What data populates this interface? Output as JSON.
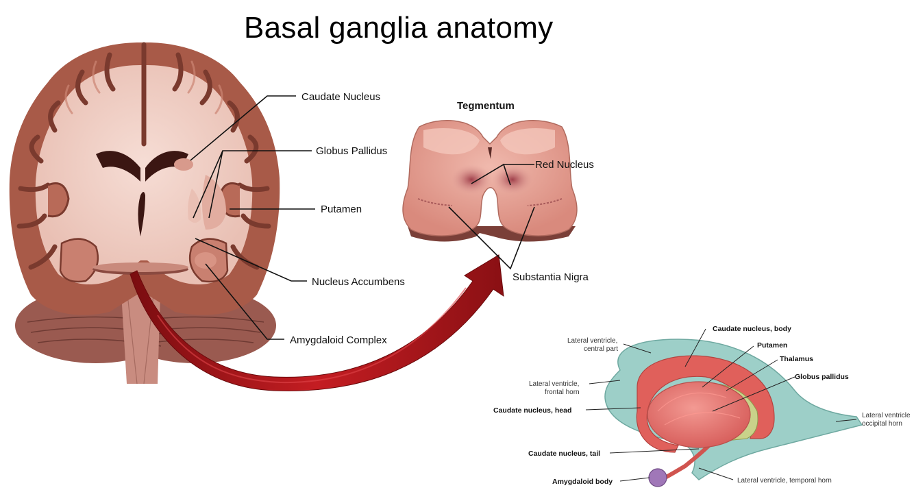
{
  "title": "Basal ganglia anatomy",
  "coronal_labels": {
    "caudate": "Caudate Nucleus",
    "globus": "Globus Pallidus",
    "putamen": "Putamen",
    "accumbens": "Nucleus Accumbens",
    "amygdaloid": "Amygdaloid Complex"
  },
  "tegmentum": {
    "title": "Tegmentum",
    "red_nucleus": "Red Nucleus",
    "substantia_nigra": "Substantia Nigra"
  },
  "lateral_labels": {
    "caudate_body": "Caudate nucleus, body",
    "putamen": "Putamen",
    "thalamus": "Thalamus",
    "globus": "Globus pallidus",
    "lv_central_1": "Lateral ventricle,",
    "lv_central_2": "central part",
    "lv_frontal_1": "Lateral ventricle,",
    "lv_frontal_2": "frontal horn",
    "caudate_head": "Caudate nucleus, head",
    "caudate_tail": "Caudate nucleus, tail",
    "amygdaloid_body": "Amygdaloid body",
    "lv_temporal": "Lateral ventricle, temporal horn",
    "lv_occipital_1": "Lateral ventricle",
    "lv_occipital_2": "occipital horn"
  },
  "colors": {
    "cortex": "#a85a48",
    "white_matter": "#f0cdc2",
    "arrow": "#b3171b",
    "ventricle_blue": "#8fc7c0",
    "tegmentum": "#e9a79a",
    "red_nucleus": "#b8585e",
    "caudate_red": "#d95c5a"
  }
}
